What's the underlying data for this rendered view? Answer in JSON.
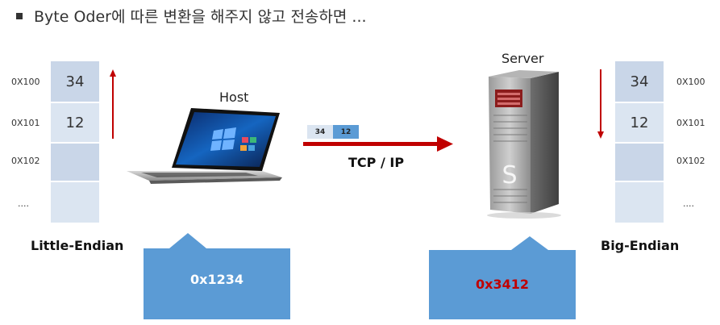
{
  "title": "Byte Oder에 따른 변환을 해주지 않고 전송하면 ...",
  "left_memory": {
    "addresses": [
      "0X100",
      "0X101",
      "0X102",
      "...."
    ],
    "cells": [
      "34",
      "12",
      "",
      ""
    ],
    "label": "Little-Endian"
  },
  "right_memory": {
    "addresses": [
      "0X100",
      "0X101",
      "0X102",
      "...."
    ],
    "cells": [
      "34",
      "12",
      "",
      ""
    ],
    "label": "Big-Endian"
  },
  "host_label": "Host",
  "server_label": "Server",
  "packet": [
    "34",
    "12"
  ],
  "transport_label": "TCP / IP",
  "host_value": "0x1234",
  "server_value": "0x3412",
  "colors": {
    "arrow_red": "#c00000",
    "callout_blue": "#5b9bd5",
    "server_value_red": "#c00000"
  }
}
